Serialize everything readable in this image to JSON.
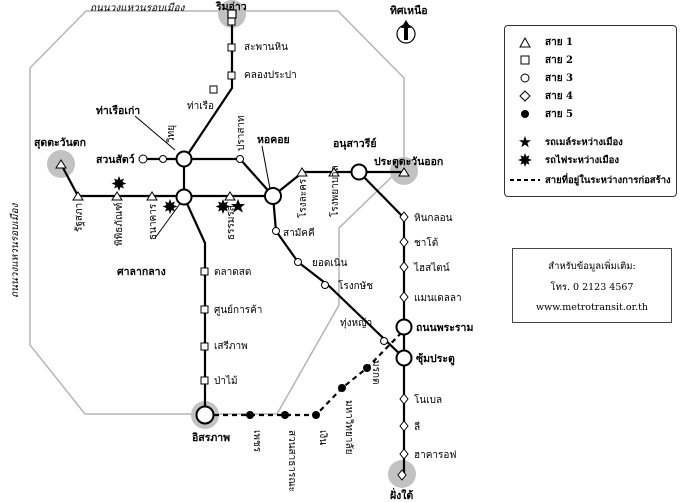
{
  "ring_road": {
    "label_top": "ถนนวงแหวนรอบเมือง",
    "label_side": "ถนนวงแหวนรอบเมือง"
  },
  "north_indicator": {
    "label": "ทิศเหนือ"
  },
  "terminals": {
    "rimao": "ริมอ่าว",
    "sud_tawan_tok": "สุดตะวันตก",
    "pratu_tawan_ok": "ประตูตะวันออก",
    "itsaraphap": "อิสรภาพ",
    "fang_tai": "ฝั่งใต้"
  },
  "interchanges": {
    "tha_ruea_kao": "ท่าเรือเก่า",
    "suan_sat": "สวนสัตว์",
    "hor_khoi": "หอคอย",
    "anusawari": "อนุสาวรีย์",
    "sala_klang": "ศาลากลาง",
    "anon_phraram": "ถนนพระราม",
    "sum_pratu": "ซุ้มประตู"
  },
  "line2_stations": [
    "สะพานหิน",
    "คลองประปา",
    "ท่าเรือ",
    "ตลาดสด",
    "ศูนย์การค้า",
    "เสรีภาพ",
    "ป่าไม้"
  ],
  "line1_stations": [
    "รัฐสภา",
    "พิพิธภัณฑ์",
    "ธนาคาร",
    "ธรรมรส",
    "โรงละคร",
    "โรงพยาบาล"
  ],
  "line3_stations": [
    "วิทยุ",
    "ปราสาท",
    "สามัคคี",
    "ยอดเนิน",
    "โรงกษัช",
    "ทุ่งหญ้า"
  ],
  "line4_stations": [
    "หินกลอน",
    "ชาโต้",
    "ไฮสไตน์",
    "แมนเดลลา",
    "โนเบล",
    "ลี",
    "ฮาคารอฟ"
  ],
  "line5_stations": [
    "เพชร",
    "สวนสาธารณะ",
    "เงิน",
    "มหาวิทยาลัย",
    "มรกต"
  ],
  "legend": {
    "lines": [
      "สาย 1",
      "สาย 2",
      "สาย 3",
      "สาย 4",
      "สาย 5"
    ],
    "intercity_bus": "รถเมล์ระหว่างเมือง",
    "intercity_train": "รถไฟระหว่างเมือง",
    "under_construction": "สายที่อยู่ในระหว่างการก่อสร้าง"
  },
  "info": {
    "heading": "สำหรับข้อมูลเพิ่มเติม:",
    "phone": "โทร. 0 2123 4567",
    "website": "www.metrotransit.or.th"
  }
}
